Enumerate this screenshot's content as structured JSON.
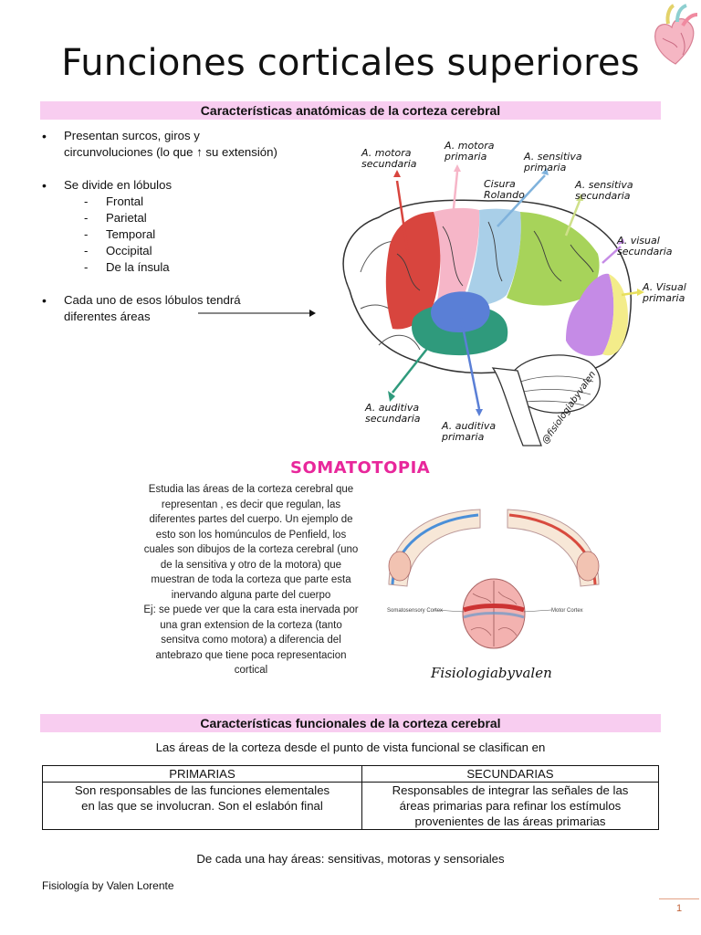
{
  "title": "Funciones corticales superiores",
  "section1": {
    "heading": "Características anatómicas de la corteza cerebral",
    "bullet1_line1": "Presentan surcos, giros y",
    "bullet1_line2": "circunvoluciones (lo que ↑ su extensión)",
    "bullet2": "Se divide en lóbulos",
    "lobes": [
      "Frontal",
      "Parietal",
      "Temporal",
      "Occipital",
      "De la ínsula"
    ],
    "bullet3_line1": "Cada uno de esos lóbulos tendrá",
    "bullet3_line2": "diferentes áreas"
  },
  "brain": {
    "labels": {
      "motora_sec_1": "A. motora",
      "motora_sec_2": "secundaria",
      "motora_pri_1": "A. motora",
      "motora_pri_2": "primaria",
      "cisura_1": "Cisura",
      "cisura_2": "Rolando",
      "sens_pri_1": "A. sensitiva",
      "sens_pri_2": "primaria",
      "sens_sec_1": "A. sensitiva",
      "sens_sec_2": "secundaria",
      "vis_sec_1": "A. visual",
      "vis_sec_2": "secundaria",
      "vis_pri_1": "A. Visual",
      "vis_pri_2": "primaria",
      "aud_sec_1": "A. auditiva",
      "aud_sec_2": "secundaria",
      "aud_pri_1": "A. auditiva",
      "aud_pri_2": "primaria",
      "watermark": "@fisiologiabyvalen"
    },
    "colors": {
      "motor_secondary": "#d8453e",
      "motor_primary": "#f6b6c8",
      "sensory_primary": "#a9cfe8",
      "sensory_secondary": "#a7d35a",
      "visual_secondary": "#c58be6",
      "visual_primary": "#f3ec8a",
      "auditory_secondary": "#2f9a7c",
      "auditory_primary": "#5a7fd6"
    }
  },
  "somatotopia": {
    "title": "SOMATOTOPIA",
    "lines": [
      "Estudia las áreas de la corteza cerebral que",
      "representan , es decir que regulan, las",
      "diferentes partes del cuerpo. Un ejemplo de",
      "esto son los homúnculos de Penfield, los",
      "cuales son dibujos de la corteza cerebral (uno",
      "de la sensitiva y otro de la motora) que",
      "muestran de toda la corteza que parte esta",
      "inervando alguna parte del cuerpo",
      "Ej: se puede ver que la cara esta inervada por",
      "una gran extension de la corteza (tanto",
      "sensitva como motora) a diferencia del",
      "antebrazo que tiene poca representacion",
      "cortical"
    ],
    "fig_left_label": "Somatosensory Cortex",
    "fig_right_label": "Motor Cortex",
    "signature": "Fisiologiabyvalen"
  },
  "section2": {
    "heading": "Características funcionales de la corteza cerebral",
    "intro": "Las áreas de la corteza desde el punto de vista funcional se clasifican en",
    "table": {
      "headers": [
        "PRIMARIAS",
        "SECUNDARIAS"
      ],
      "col1_lines": [
        "Son responsables de las funciones elementales",
        "en las que se involucran. Son el eslabón final"
      ],
      "col2_lines": [
        "Responsables de integrar las señales de las",
        "áreas primarias para refinar los estímulos",
        "provenientes de las áreas primarias"
      ]
    },
    "summary": "De cada una hay áreas: sensitivas, motoras y sensoriales"
  },
  "footer": {
    "author": "Fisiología by Valen Lorente",
    "page": "1"
  }
}
